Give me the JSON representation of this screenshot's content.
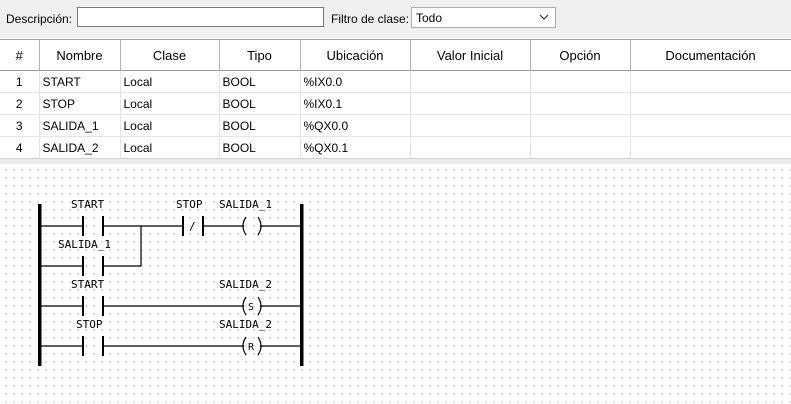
{
  "filter": {
    "description_label": "Descripción:",
    "description_value": "",
    "class_filter_label": "Filtro de clase:",
    "class_filter_value": "Todo"
  },
  "table": {
    "headers": [
      "#",
      "Nombre",
      "Clase",
      "Tipo",
      "Ubicación",
      "Valor Inicial",
      "Opción",
      "Documentación"
    ],
    "rows": [
      [
        "1",
        "START",
        "Local",
        "BOOL",
        "%IX0.0",
        "",
        "",
        ""
      ],
      [
        "2",
        "STOP",
        "Local",
        "BOOL",
        "%IX0.1",
        "",
        "",
        ""
      ],
      [
        "3",
        "SALIDA_1",
        "Local",
        "BOOL",
        "%QX0.0",
        "",
        "",
        ""
      ],
      [
        "4",
        "SALIDA_2",
        "Local",
        "BOOL",
        "%QX0.1",
        "",
        "",
        ""
      ]
    ]
  },
  "ladder": {
    "contacts": {
      "start_1": {
        "label": "START",
        "type": "normally-open"
      },
      "salida1_seal": {
        "label": "SALIDA_1",
        "type": "normally-open"
      },
      "stop_nc": {
        "label": "STOP",
        "type": "normally-closed",
        "symbol": "/"
      },
      "start_2": {
        "label": "START",
        "type": "normally-open"
      },
      "stop_no": {
        "label": "STOP",
        "type": "normally-open"
      }
    },
    "coils": {
      "coil_1": {
        "label": "SALIDA_1",
        "type": "coil",
        "symbol": ""
      },
      "coil_2": {
        "label": "SALIDA_2",
        "type": "set-coil",
        "symbol": "S"
      },
      "coil_3": {
        "label": "SALIDA_2",
        "type": "reset-coil",
        "symbol": "R"
      }
    }
  }
}
